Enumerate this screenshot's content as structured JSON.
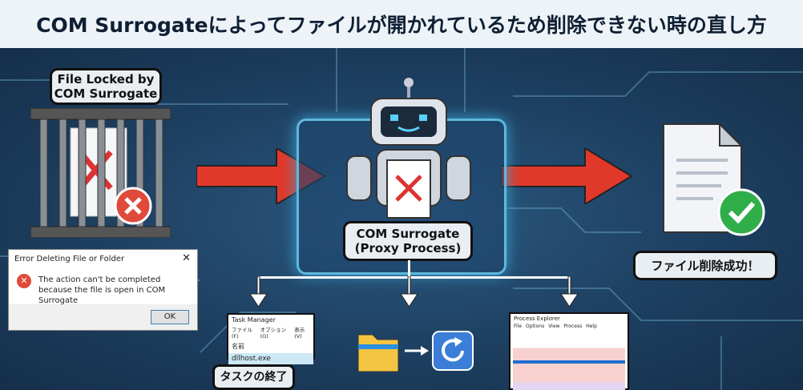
{
  "title": "COM Surrogateによってファイルが開かれているため削除できない時の直し方",
  "locked_label": [
    "File Locked by",
    "COM Surrogate"
  ],
  "proxy_label": [
    "COM Surrogate",
    "(Proxy Process)"
  ],
  "success_label": "ファイル削除成功！",
  "dialog": {
    "title": "Error Deleting File or Folder",
    "message": "The action can't be completed because the file is open in COM Surrogate",
    "ok": "OK"
  },
  "task_manager": {
    "title": "Task Manager",
    "menu": [
      "ファイル(F)",
      "オプション(O)",
      "表示(V)"
    ],
    "column": "名前",
    "process": "dllhost.exe",
    "end_task": "タスクの終了"
  },
  "process_explorer": {
    "title": "Process Explorer",
    "menu": [
      "File",
      "Options",
      "View",
      "Process",
      "Help"
    ]
  },
  "colors": {
    "arrow": "#e0392b",
    "check": "#2fae4a",
    "error": "#e04a3a",
    "accent": "#5fb8dc"
  }
}
